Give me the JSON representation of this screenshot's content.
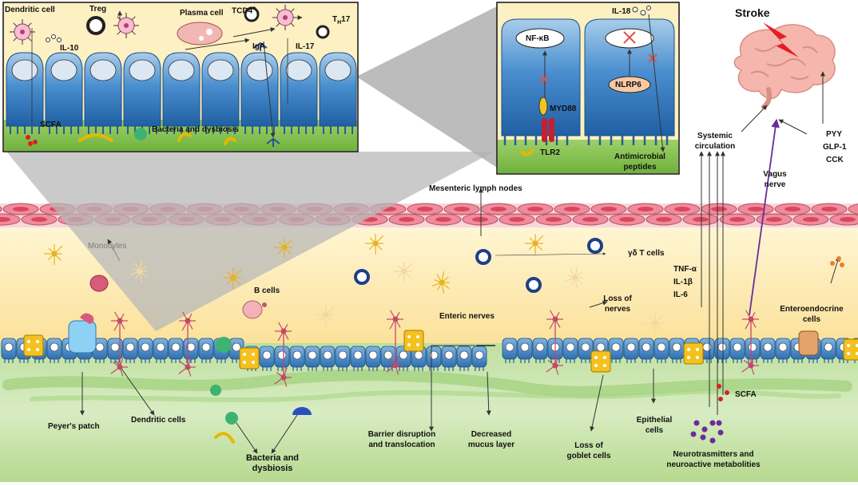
{
  "title": "Stroke",
  "inset_left": {
    "dendritic_cell": "Dendritic cell",
    "treg": "Treg",
    "il10": "IL-10",
    "plasma_cell": "Plasma cell",
    "tcd4": "TCD4",
    "tcd4_sup": "+",
    "th17": "T",
    "th17_sub": "H",
    "th17_tail": "17",
    "iga": "IgA",
    "il17": "IL-17",
    "scfa": "SCFA",
    "bacteria": "Bacteria and dysbiosis"
  },
  "inset_right": {
    "nfkb": "NF-κB",
    "myd88": "MYD88",
    "tlr2": "TLR2",
    "il18": "IL-18",
    "nlrp6": "NLRP6",
    "antimicrobial_1": "Antimicrobial",
    "antimicrobial_2": "peptides"
  },
  "brain_side": {
    "systemic_1": "Systemic",
    "systemic_2": "circulation",
    "pyy": "PYY",
    "glp1": "GLP-1",
    "cck": "CCK",
    "vagus_1": "Vagus",
    "vagus_2": "nerve",
    "tnfa": "TNF-α",
    "il1b": "IL-1β",
    "il6": "IL-6",
    "enteroendocrine_1": "Enteroendocrine",
    "enteroendocrine_2": "cells"
  },
  "main": {
    "mesenteric": "Mesenteric lymph nodes",
    "monocytes": "Monocytes",
    "gd_t": "γδ T cells",
    "b_cells": "B cells",
    "enteric_nerves": "Enteric nerves",
    "loss_nerves_1": "Loss of",
    "loss_nerves_2": "nerves",
    "peyers": "Peyer's patch",
    "dendritic_cells": "Dendritic cells",
    "bacteria_1": "Bacteria and",
    "bacteria_2": "dysbiosis",
    "barrier_1": "Barrier disruption",
    "barrier_2": "and translocation",
    "mucus_1": "Decreased",
    "mucus_2": "mucus layer",
    "goblet_1": "Loss of",
    "goblet_2": "goblet cells",
    "epithelial_1": "Epithelial",
    "epithelial_2": "cells",
    "scfa": "SCFA",
    "neuro_1": "Neurotrasmitters and",
    "neuro_2": "neuroactive metabolities"
  },
  "colors": {
    "lumen_green": "#76c043",
    "lamina_yellow": "#fde9a6",
    "epithelium_blue": "#3f83c6",
    "vessel_red": "#e9748a",
    "nerve_pink": "#c2496b",
    "vagus_purple": "#6a2c9c",
    "brain_pink": "#f4b6ad",
    "lightning_red": "#e31e24"
  }
}
